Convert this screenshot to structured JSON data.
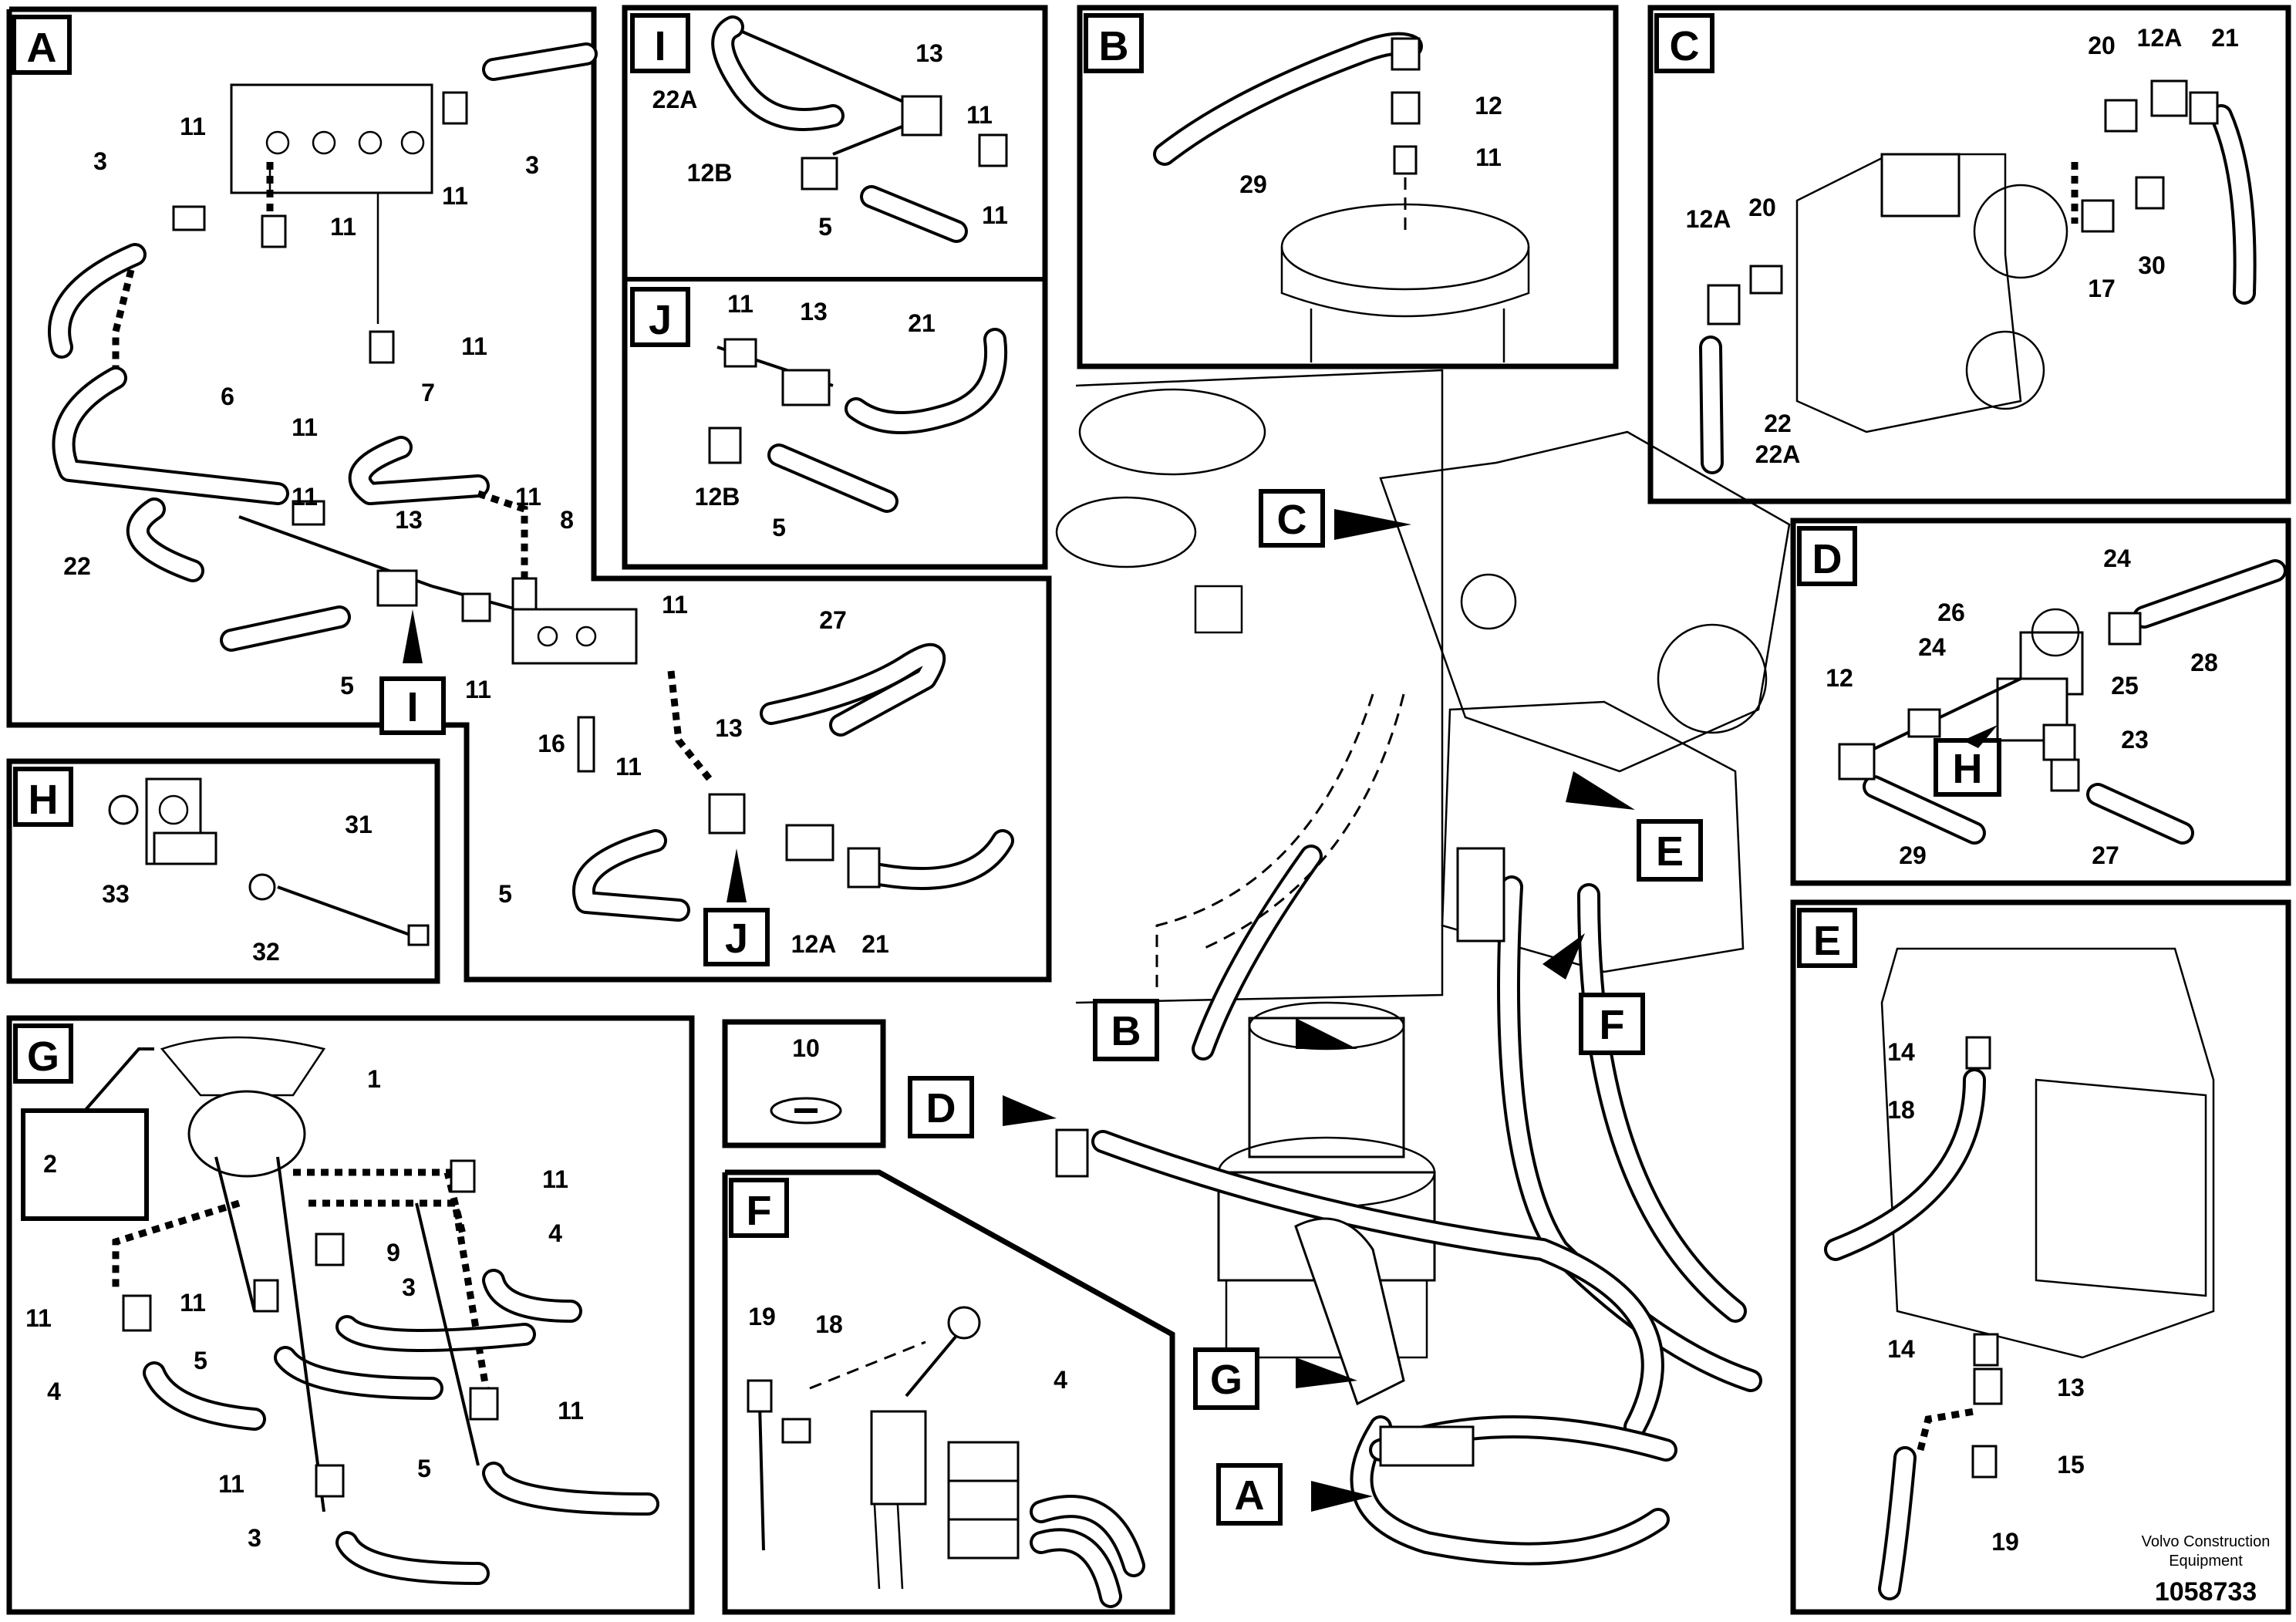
{
  "sections": {
    "A": {
      "label": "A"
    },
    "B": {
      "label": "B"
    },
    "C": {
      "label": "C"
    },
    "D": {
      "label": "D"
    },
    "E": {
      "label": "E"
    },
    "F": {
      "label": "F"
    },
    "G": {
      "label": "G"
    },
    "H": {
      "label": "H"
    },
    "I": {
      "label": "I"
    },
    "J": {
      "label": "J"
    }
  },
  "callouts": {
    "A": {
      "n1": "11",
      "n2": "3",
      "n3": "3",
      "n4": "11",
      "n5": "11",
      "n6": "11",
      "n7": "11",
      "n8": "6",
      "n9": "7",
      "n10": "11",
      "n11": "13",
      "n12": "11",
      "n13": "8",
      "n14": "22",
      "n15": "11",
      "n16": "5",
      "n17": "11"
    },
    "A_ext": {
      "n1": "16",
      "n2": "11",
      "n3": "13",
      "n4": "27",
      "n5": "5",
      "n6": "12A",
      "n7": "21"
    },
    "I": {
      "n1": "22A",
      "n2": "13",
      "n3": "12B",
      "n4": "11",
      "n5": "5",
      "n6": "11"
    },
    "J": {
      "n1": "11",
      "n2": "13",
      "n3": "21",
      "n4": "12B",
      "n5": "5"
    },
    "B": {
      "n1": "12",
      "n2": "11",
      "n3": "29"
    },
    "C": {
      "n1": "20",
      "n2": "12A",
      "n3": "21",
      "n4": "12A",
      "n5": "20",
      "n6": "17",
      "n7": "30",
      "n8": "22",
      "n9": "22A"
    },
    "D": {
      "n1": "26",
      "n2": "24",
      "n3": "24",
      "n4": "28",
      "n5": "12",
      "n6": "25",
      "n7": "23",
      "n8": "29",
      "n9": "27"
    },
    "E": {
      "n1": "14",
      "n2": "18",
      "n3": "14",
      "n4": "13",
      "n5": "15",
      "n6": "19"
    },
    "F": {
      "n1": "19",
      "n2": "18",
      "n3": "4"
    },
    "G": {
      "n1": "1",
      "n2": "2",
      "n3": "11",
      "n4": "9",
      "n5": "4",
      "n6": "11",
      "n7": "3",
      "n8": "11",
      "n9": "5",
      "n10": "4",
      "n11": "11",
      "n12": "5",
      "n13": "11",
      "n14": "3"
    },
    "H": {
      "n1": "31",
      "n2": "33",
      "n3": "32"
    },
    "misc": {
      "n1": "10"
    }
  },
  "footer": {
    "maker_line1": "Volvo Construction",
    "maker_line2": "Equipment",
    "doc_number": "1058733"
  }
}
